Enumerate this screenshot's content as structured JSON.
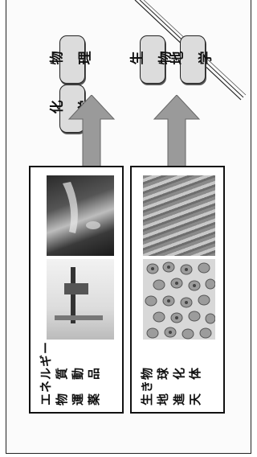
{
  "subjects": {
    "physics": "物 理",
    "chemistry": "化 学",
    "biology": "生 物",
    "earth_science": "地 学"
  },
  "physics_chem_box": {
    "labels": [
      "エネルギー",
      "物　質",
      "運　動",
      "薬　品"
    ]
  },
  "bio_earth_box": {
    "labels": [
      "生き物",
      "地　球",
      "進　化",
      "天　体"
    ]
  },
  "colors": {
    "arrow": "#9a9a9a",
    "pill_fill": "#dcdcdc",
    "border": "#111111"
  }
}
